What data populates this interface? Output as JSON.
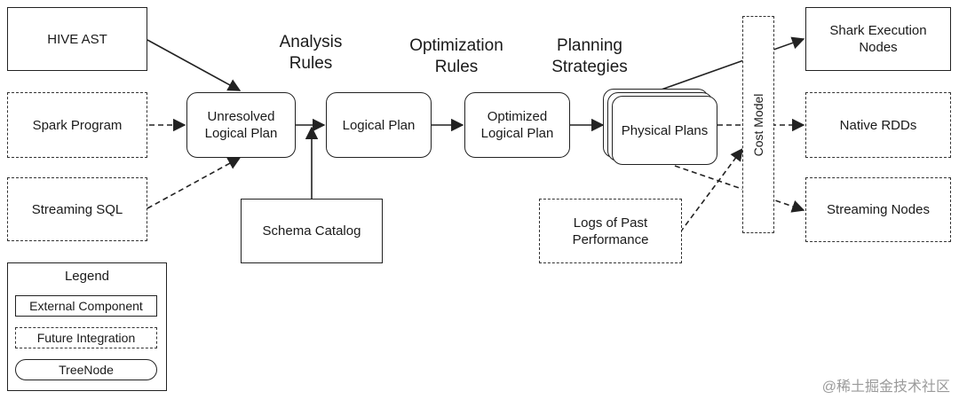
{
  "boxes": {
    "hive_ast": "HIVE AST",
    "spark_program": "Spark Program",
    "streaming_sql": "Streaming SQL",
    "unresolved_logical_plan": "Unresolved\nLogical Plan",
    "logical_plan": "Logical Plan",
    "optimized_logical_plan": "Optimized\nLogical Plan",
    "physical_plans": "Physical Plans",
    "schema_catalog": "Schema Catalog",
    "logs_past_performance": "Logs of Past\nPerformance",
    "cost_model": "Cost Model",
    "shark_execution_nodes": "Shark Execution\nNodes",
    "native_rdds": "Native RDDs",
    "streaming_nodes": "Streaming Nodes"
  },
  "stages": {
    "analysis_rules": "Analysis\nRules",
    "optimization_rules": "Optimization\nRules",
    "planning_strategies": "Planning\nStrategies"
  },
  "legend": {
    "title": "Legend",
    "external_component": "External Component",
    "future_integration": "Future Integration",
    "tree_node": "TreeNode"
  },
  "watermark": "@稀土掘金技术社区",
  "colors": {
    "line": "#222222",
    "background": "#ffffff",
    "watermark": "#9a9a9a"
  }
}
